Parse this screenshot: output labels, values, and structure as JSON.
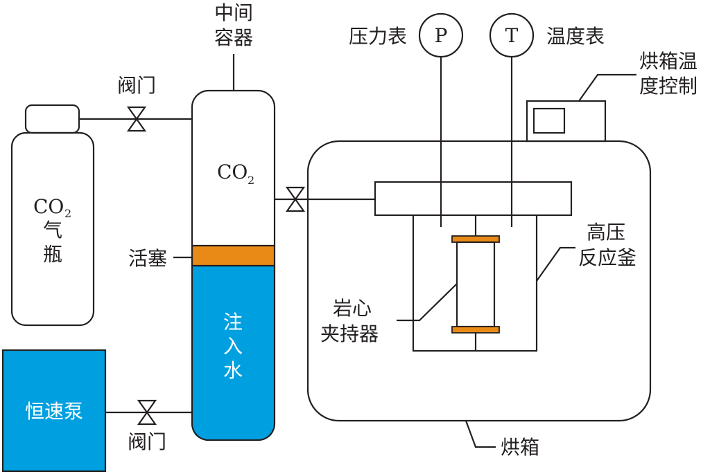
{
  "colors": {
    "line": "#231f20",
    "water": "#00a0e0",
    "pump": "#00a0e0",
    "piston": "#e98a16",
    "holder_cap": "#e98a16"
  },
  "labels": {
    "co2_bottle": {
      "line1": "CO",
      "sub": "2",
      "line2": "气",
      "line3": "瓶"
    },
    "valve_top": "阀门",
    "valve_bottom": "阀门",
    "intermediate_container": {
      "line1": "中间",
      "line2": "容器"
    },
    "container_gas": {
      "main": "CO",
      "sub": "2"
    },
    "piston": "活塞",
    "water_injection": [
      "注",
      "入",
      "水"
    ],
    "pump": "恒速泵",
    "pressure_gauge": "压力表",
    "pressure_symbol": "P",
    "temperature_gauge": "温度表",
    "temperature_symbol": "T",
    "oven_control": {
      "line1": "烘箱温",
      "line2": "度控制"
    },
    "reactor": {
      "line1": "高压",
      "line2": "反应釜"
    },
    "core_holder": {
      "line1": "岩心",
      "line2": "夹持器"
    },
    "oven": "烘箱"
  }
}
